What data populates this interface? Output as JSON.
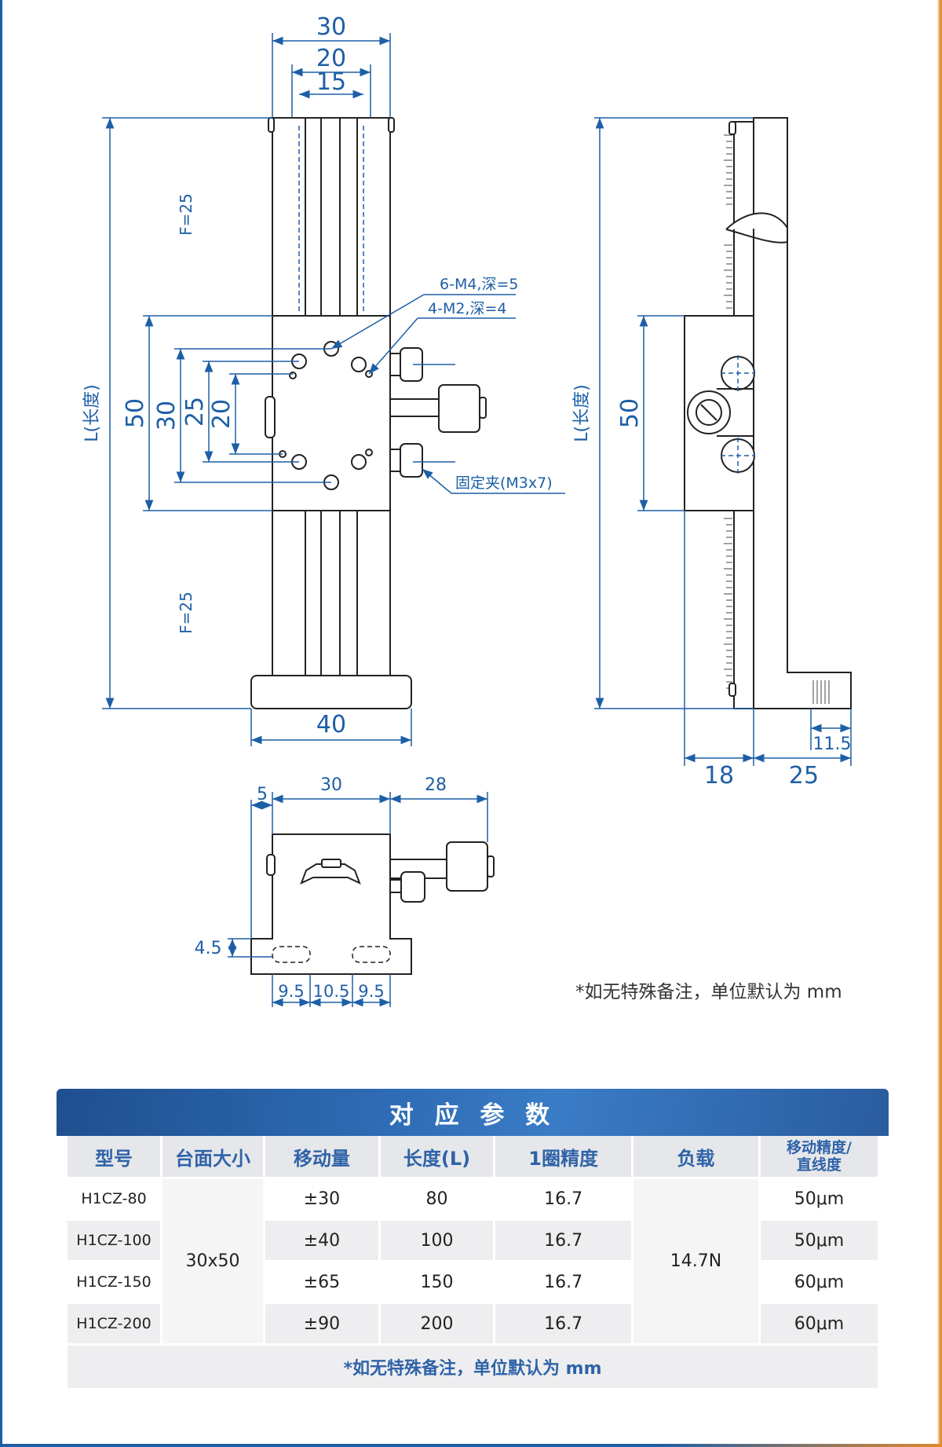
{
  "drawing": {
    "front": {
      "dim_30": "30",
      "dim_20": "20",
      "dim_15": "15",
      "dim_40": "40",
      "dim_L": "L(长度)",
      "dim_50": "50",
      "dim_30v": "30",
      "dim_25": "25",
      "dim_20v": "20",
      "f_top": "F=25",
      "f_bottom": "F=25",
      "hole_label_1": "6-M4,深=5",
      "hole_label_2": "4-M2,深=4",
      "clamp_label": "固定夹(M3x7)"
    },
    "side": {
      "dim_L": "L(长度)",
      "dim_50": "50",
      "dim_18": "18",
      "dim_25": "25",
      "dim_11_5": "11.5"
    },
    "end": {
      "dim_5": "5",
      "dim_30": "30",
      "dim_28": "28",
      "dim_4_5": "4.5",
      "dim_9_5_a": "9.5",
      "dim_10_5": "10.5",
      "dim_9_5_b": "9.5"
    }
  },
  "note": "*如无特殊备注，单位默认为 mm",
  "table": {
    "title": "对 应 参 数",
    "headers": [
      "型号",
      "台面大小",
      "移动量",
      "长度(L)",
      "1圈精度",
      "负载",
      "移动精度/\n直线度"
    ],
    "table_size": "30x50",
    "load": "14.7N",
    "rows": [
      {
        "model": "H1CZ-80",
        "travel": "±30",
        "length": "80",
        "precision": "16.7",
        "straightness": "50μm"
      },
      {
        "model": "H1CZ-100",
        "travel": "±40",
        "length": "100",
        "precision": "16.7",
        "straightness": "50μm"
      },
      {
        "model": "H1CZ-150",
        "travel": "±65",
        "length": "150",
        "precision": "16.7",
        "straightness": "60μm"
      },
      {
        "model": "H1CZ-200",
        "travel": "±90",
        "length": "200",
        "precision": "16.7",
        "straightness": "60μm"
      }
    ],
    "footer": "*如无特殊备注，单位默认为 mm"
  },
  "colors": {
    "accent": "#1d5fa6",
    "header_text": "#2f63a8",
    "dim_line": "#1d5fa6"
  }
}
